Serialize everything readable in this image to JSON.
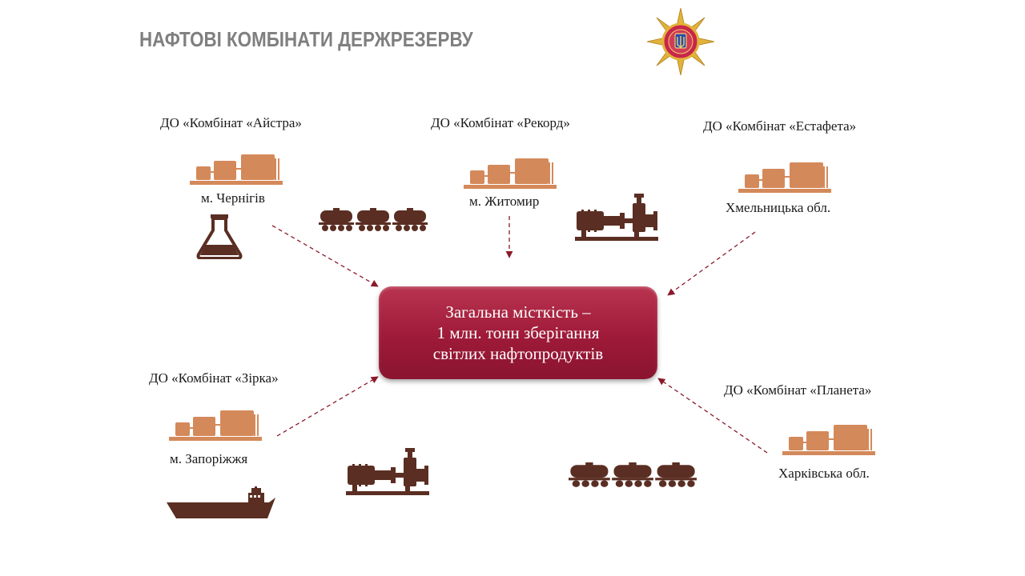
{
  "title": "НАФТОВІ КОМБІНАТИ ДЕРЖРЕЗЕРВУ",
  "center": {
    "line1": "Загальна місткість –",
    "line2": "1 млн. тонн зберігання",
    "line3": "світлих нафтопродуктів"
  },
  "plants": [
    {
      "name": "ДО «Комбінат «Айстра»",
      "location": "м. Чернігів"
    },
    {
      "name": "ДО «Комбінат «Рекорд»",
      "location": "м. Житомир"
    },
    {
      "name": "ДО «Комбінат «Естафета»",
      "location": "Хмельницька обл."
    },
    {
      "name": "ДО «Комбінат «Зірка»",
      "location": "м. Запоріжжя"
    },
    {
      "name": "ДО «Комбінат «Планета»",
      "location": "Харківська обл."
    }
  ],
  "colors": {
    "tank": "#d4895a",
    "equipment": "#5a2e22",
    "center_box": "#9e1a38",
    "arrow": "#8b1a2a",
    "title": "#7f7f7f"
  },
  "icons": [
    "emblem-icon",
    "tank-farm-icon",
    "flask-icon",
    "rail-tank-cars-icon",
    "pump-icon",
    "tanker-ship-icon"
  ]
}
